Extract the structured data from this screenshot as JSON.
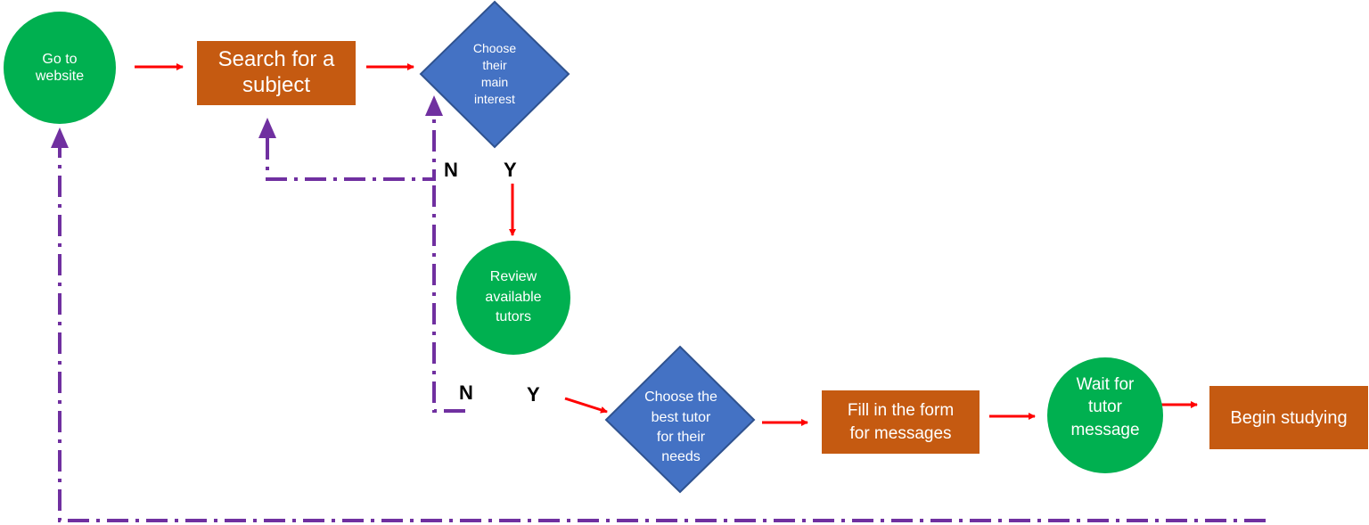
{
  "colors": {
    "circle": "#00b050",
    "rect": "#c55a11",
    "diamond": "#4472c4",
    "diamond_stroke": "#2f528f",
    "flow_arrow": "#ff0000",
    "loop_arrow": "#7030a0",
    "node_text": "#ffffff",
    "branch_text": "#000000"
  },
  "nodes": {
    "go_to_website": "Go to\nwebsite",
    "search_subject": "Search for a\nsubject",
    "choose_interest": "Choose\ntheir\nmain\ninterest",
    "review_tutors": "Review\navailable\ntutors",
    "choose_best_tutor": "Choose the\nbest tutor\nfor their\nneeds",
    "fill_form": "Fill in the form\nfor messages",
    "wait_message": "Wait for\ntutor\nmessage",
    "begin_studying": "Begin studying"
  },
  "branches": {
    "interest_no": "N",
    "interest_yes": "Y",
    "tutor_no": "N",
    "tutor_yes": "Y"
  }
}
